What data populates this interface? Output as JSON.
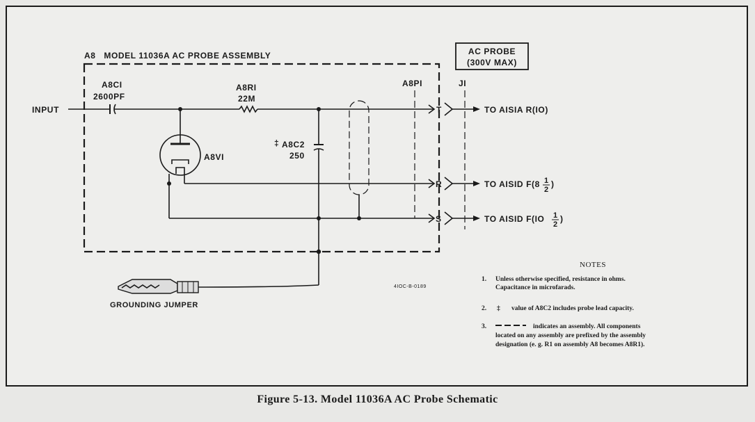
{
  "assembly_label": "A8   MODEL 11036A AC PROBE ASSEMBLY",
  "ac_probe_box": {
    "line1": "AC PROBE",
    "line2": "(300V MAX)"
  },
  "input_label": "INPUT",
  "components": {
    "c1_ref": "A8CI",
    "c1_value": "2600PF",
    "r1_ref": "A8RI",
    "r1_value": "22M",
    "c2_mark": "‡",
    "c2_ref": "A8C2",
    "c2_value": "250",
    "tube_ref": "A8VI",
    "p1_ref": "A8PI",
    "j1_ref": "JI"
  },
  "pins": [
    "T",
    "R",
    "S"
  ],
  "outputs": [
    "TO AISIA R(IO)",
    "TO AISID F(8",
    "TO AISID F(IO"
  ],
  "half": {
    "num": "1",
    "den": "2"
  },
  "grounding_label": "GROUNDING JUMPER",
  "drawing_number": "4IOC-B-0189",
  "notes": {
    "title": "NOTES",
    "items": [
      {
        "num": "1.",
        "line1": "Unless otherwise specified, resistance in ohms.",
        "line2": "Capacitance in microfarads."
      },
      {
        "num": "2.",
        "mark": "‡",
        "text": "value of A8C2 includes probe lead capacity."
      },
      {
        "num": "3.",
        "line1": "indicates an assembly.  All components",
        "line2": "located on any assembly are prefixed by the assembly",
        "line3": "designation (e. g. R1 on assembly A8 becomes A8R1)."
      }
    ]
  },
  "caption": "Figure 5-13.  Model 11036A AC Probe Schematic"
}
